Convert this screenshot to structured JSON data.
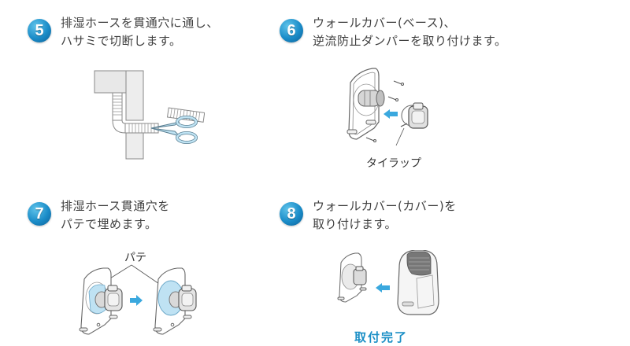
{
  "accent_color": "#1b8fc6",
  "steps": [
    {
      "number": "5",
      "lines": [
        "排湿ホースを貫通穴に通し、",
        "ハサミで切断します。"
      ],
      "illustration": "hose-through-wall-cut-with-scissors"
    },
    {
      "number": "6",
      "lines": [
        "ウォールカバー(ベース)、",
        "逆流防止ダンパーを取り付けます。"
      ],
      "illustration": "wall-cover-base-and-damper",
      "callout": "タイラップ"
    },
    {
      "number": "7",
      "lines": [
        "排湿ホース貫通穴を",
        "パテで埋めます。"
      ],
      "illustration": "fill-hole-with-putty",
      "callout": "パテ"
    },
    {
      "number": "8",
      "lines": [
        "ウォールカバー(カバー)を",
        "取り付けます。"
      ],
      "illustration": "attach-wall-cover",
      "result_label": "取付完了"
    }
  ]
}
